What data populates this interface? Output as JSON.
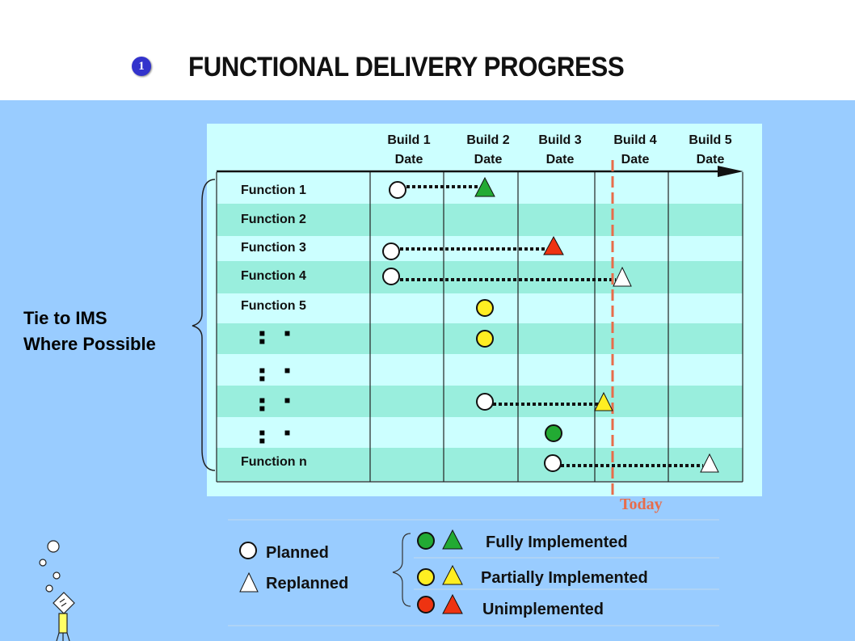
{
  "header": {
    "badge": "1",
    "title": "FUNCTIONAL DELIVERY PROGRESS"
  },
  "builds": [
    {
      "line1": "Build 1",
      "line2": "Date"
    },
    {
      "line1": "Build 2",
      "line2": "Date"
    },
    {
      "line1": "Build 3",
      "line2": "Date"
    },
    {
      "line1": "Build 4",
      "line2": "Date"
    },
    {
      "line1": "Build 5",
      "line2": "Date"
    }
  ],
  "rows": [
    {
      "label": "Function 1"
    },
    {
      "label": "Function 2"
    },
    {
      "label": "Function 3"
    },
    {
      "label": "Function 4"
    },
    {
      "label": "Function 5"
    },
    {
      "label": "▪ ▪ ▪"
    },
    {
      "label": "▪ ▪ ▪"
    },
    {
      "label": "▪ ▪ ▪"
    },
    {
      "label": "▪ ▪ ▪"
    },
    {
      "label": "Function n"
    }
  ],
  "tie_label": {
    "line1": "Tie to IMS",
    "line2": "Where Possible"
  },
  "today_label": "Today",
  "legend": {
    "planned": "Planned",
    "replanned": "Replanned",
    "fully": "Fully Implemented",
    "partially": "Partially Implemented",
    "unimplemented": "Unimplemented"
  },
  "colors": {
    "fully": "#22aa33",
    "partially": "#ffee22",
    "unimplemented": "#ee3311",
    "planned": "#ffffff",
    "today_line": "#e86c4a",
    "row_light": "#ccffff",
    "row_dark": "#99eedd"
  }
}
